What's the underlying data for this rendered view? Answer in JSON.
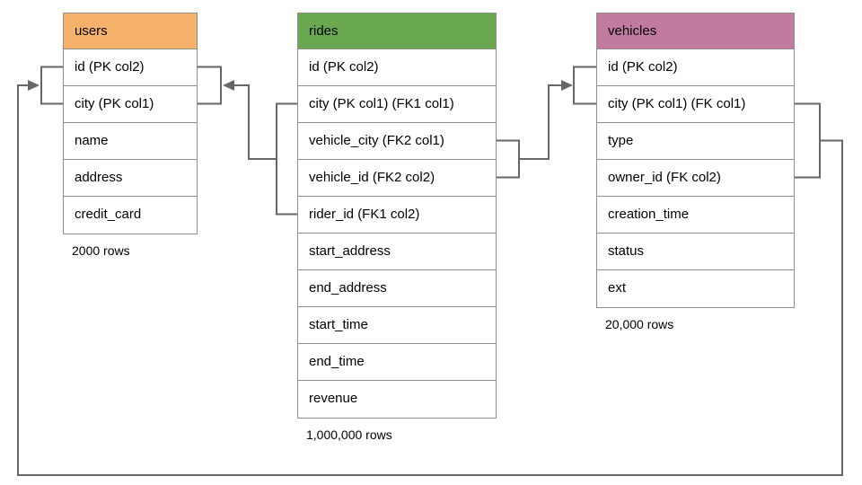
{
  "diagram": {
    "connector_color": "#666666",
    "border_color": "#8e8e8e",
    "tables": [
      {
        "name": "users",
        "header_color": "#F6B26B",
        "columns": [
          "id (PK col2)",
          "city (PK col1)",
          "name",
          "address",
          "credit_card"
        ],
        "rows_label": "2000 rows"
      },
      {
        "name": "rides",
        "header_color": "#6AA84F",
        "columns": [
          "id (PK col2)",
          "city (PK col1) (FK1 col1)",
          "vehicle_city (FK2 col1)",
          "vehicle_id (FK2 col2)",
          "rider_id (FK1 col2)",
          "start_address",
          "end_address",
          "start_time",
          "end_time",
          "revenue"
        ],
        "rows_label": "1,000,000 rows"
      },
      {
        "name": "vehicles",
        "header_color": "#C27BA0",
        "columns": [
          "id (PK col2)",
          "city (PK col1) (FK col1)",
          "type",
          "owner_id (FK col2)",
          "creation_time",
          "status",
          "ext"
        ],
        "rows_label": "20,000 rows"
      }
    ],
    "relationships": [
      {
        "from_table": "rides",
        "from_columns": [
          "city (FK1 col1)",
          "rider_id (FK1 col2)"
        ],
        "to_table": "users",
        "to_columns": [
          "id (PK col2)",
          "city (PK col1)"
        ],
        "arrow_direction": "left"
      },
      {
        "from_table": "rides",
        "from_columns": [
          "vehicle_city (FK2 col1)",
          "vehicle_id (FK2 col2)"
        ],
        "to_table": "vehicles",
        "to_columns": [
          "id (PK col2)",
          "city (PK col1)"
        ],
        "arrow_direction": "right"
      },
      {
        "from_table": "vehicles",
        "from_columns": [
          "city (FK col1)",
          "owner_id (FK col2)"
        ],
        "to_table": "users",
        "to_columns": [
          "id (PK col2)",
          "city (PK col1)"
        ],
        "arrow_direction": "right"
      }
    ]
  }
}
